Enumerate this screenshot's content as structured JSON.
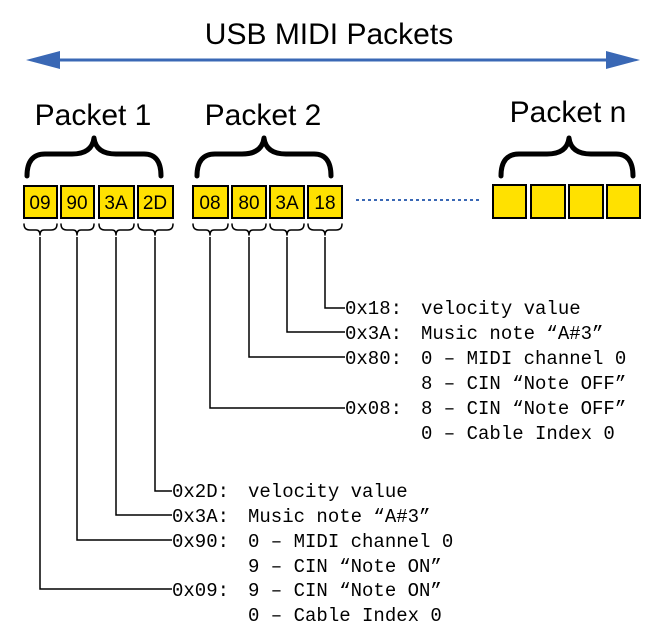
{
  "title": "USB MIDI Packets",
  "colors": {
    "arrow": "#3a68b5",
    "cell": "#ffe100",
    "dots": "#3a68b5"
  },
  "packets": [
    {
      "label": "Packet 1",
      "bytes": [
        "09",
        "90",
        "3A",
        "2D"
      ]
    },
    {
      "label": "Packet 2",
      "bytes": [
        "08",
        "80",
        "3A",
        "18"
      ]
    },
    {
      "label": "Packet n",
      "bytes": [
        "",
        "",
        "",
        ""
      ]
    }
  ],
  "annotations_packet2": [
    {
      "code": "0x18:",
      "lines": [
        "velocity value"
      ]
    },
    {
      "code": "0x3A:",
      "lines": [
        "Music note “A#3”"
      ]
    },
    {
      "code": "0x80:",
      "lines": [
        "0 – MIDI channel 0",
        "8 – CIN “Note OFF”"
      ]
    },
    {
      "code": "0x08:",
      "lines": [
        "8 – CIN “Note OFF”",
        "0 – Cable Index 0"
      ]
    }
  ],
  "annotations_packet1": [
    {
      "code": "0x2D:",
      "lines": [
        "velocity value"
      ]
    },
    {
      "code": "0x3A:",
      "lines": [
        "Music note “A#3”"
      ]
    },
    {
      "code": "0x90:",
      "lines": [
        "0 – MIDI channel 0",
        "9 – CIN “Note ON”"
      ]
    },
    {
      "code": "0x09:",
      "lines": [
        "9 – CIN “Note ON”",
        "0 – Cable Index 0"
      ]
    }
  ]
}
